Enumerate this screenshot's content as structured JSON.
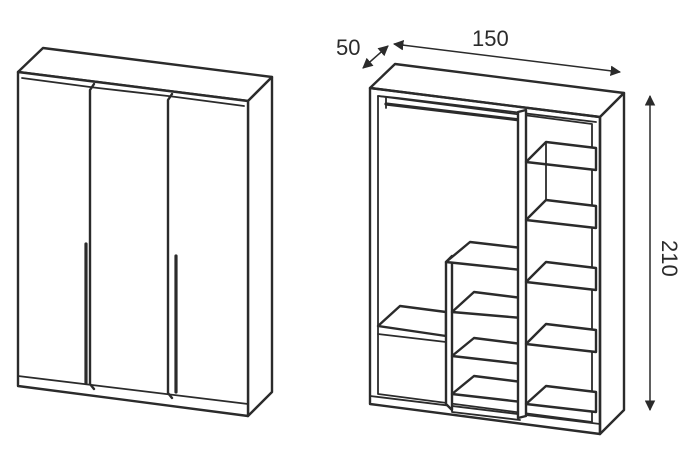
{
  "dimensions": {
    "depth": "50",
    "width": "150",
    "height": "210"
  },
  "colors": {
    "line": "#2b2b2b",
    "background": "#ffffff"
  }
}
